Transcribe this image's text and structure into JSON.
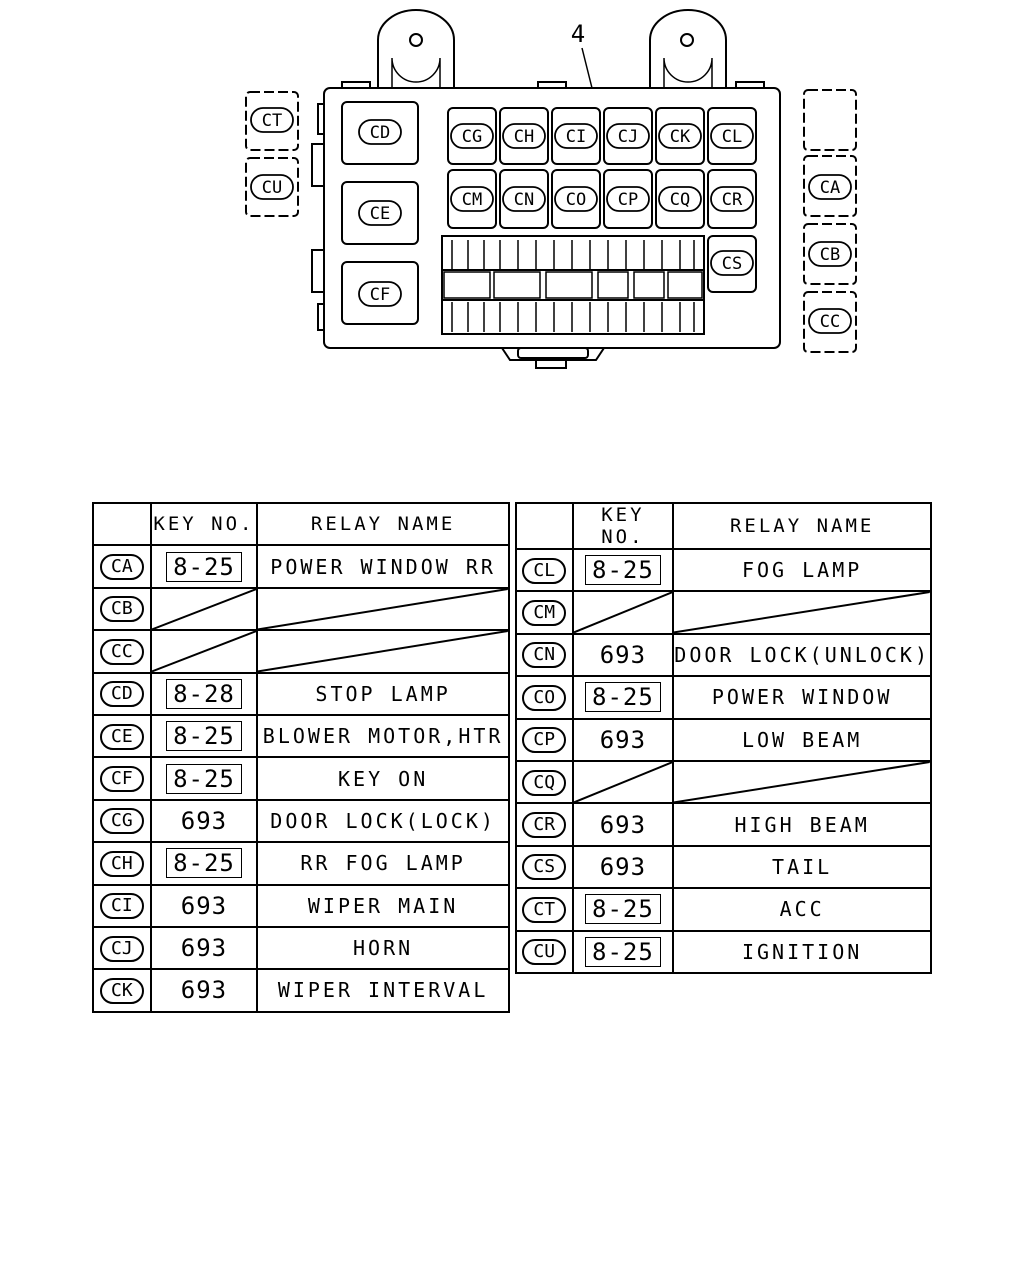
{
  "callout": "4",
  "header": {
    "key_no": "KEY NO.",
    "relay_name": "RELAY NAME"
  },
  "box_labels": {
    "CD": "CD",
    "CE": "CE",
    "CF": "CF",
    "CG": "CG",
    "CH": "CH",
    "CI": "CI",
    "CJ": "CJ",
    "CK": "CK",
    "CL": "CL",
    "CM": "CM",
    "CN": "CN",
    "CO": "CO",
    "CP": "CP",
    "CQ": "CQ",
    "CR": "CR",
    "CS": "CS",
    "CT": "CT",
    "CU": "CU",
    "CA": "CA",
    "CB": "CB",
    "CC": "CC"
  },
  "left_table": [
    {
      "code": "CA",
      "key": "8-25",
      "boxed": true,
      "name": "POWER WINDOW RR"
    },
    {
      "code": "CB",
      "key": "",
      "boxed": false,
      "name": "",
      "blank": true
    },
    {
      "code": "CC",
      "key": "",
      "boxed": false,
      "name": "",
      "blank": true
    },
    {
      "code": "CD",
      "key": "8-28",
      "boxed": true,
      "name": "STOP LAMP"
    },
    {
      "code": "CE",
      "key": "8-25",
      "boxed": true,
      "name": "BLOWER MOTOR,HTR"
    },
    {
      "code": "CF",
      "key": "8-25",
      "boxed": true,
      "name": "KEY ON"
    },
    {
      "code": "CG",
      "key": "693",
      "boxed": false,
      "name": "DOOR LOCK(LOCK)"
    },
    {
      "code": "CH",
      "key": "8-25",
      "boxed": true,
      "name": "RR FOG LAMP"
    },
    {
      "code": "CI",
      "key": "693",
      "boxed": false,
      "name": "WIPER MAIN"
    },
    {
      "code": "CJ",
      "key": "693",
      "boxed": false,
      "name": "HORN"
    },
    {
      "code": "CK",
      "key": "693",
      "boxed": false,
      "name": "WIPER INTERVAL"
    }
  ],
  "right_table": [
    {
      "code": "CL",
      "key": "8-25",
      "boxed": true,
      "name": "FOG LAMP"
    },
    {
      "code": "CM",
      "key": "",
      "boxed": false,
      "name": "",
      "blank": true
    },
    {
      "code": "CN",
      "key": "693",
      "boxed": false,
      "name": "DOOR LOCK(UNLOCK)"
    },
    {
      "code": "CO",
      "key": "8-25",
      "boxed": true,
      "name": "POWER WINDOW"
    },
    {
      "code": "CP",
      "key": "693",
      "boxed": false,
      "name": "LOW BEAM"
    },
    {
      "code": "CQ",
      "key": "",
      "boxed": false,
      "name": "",
      "blank": true
    },
    {
      "code": "CR",
      "key": "693",
      "boxed": false,
      "name": "HIGH BEAM"
    },
    {
      "code": "CS",
      "key": "693",
      "boxed": false,
      "name": "TAIL"
    },
    {
      "code": "CT",
      "key": "8-25",
      "boxed": true,
      "name": "ACC"
    },
    {
      "code": "CU",
      "key": "8-25",
      "boxed": true,
      "name": "IGNITION"
    }
  ]
}
